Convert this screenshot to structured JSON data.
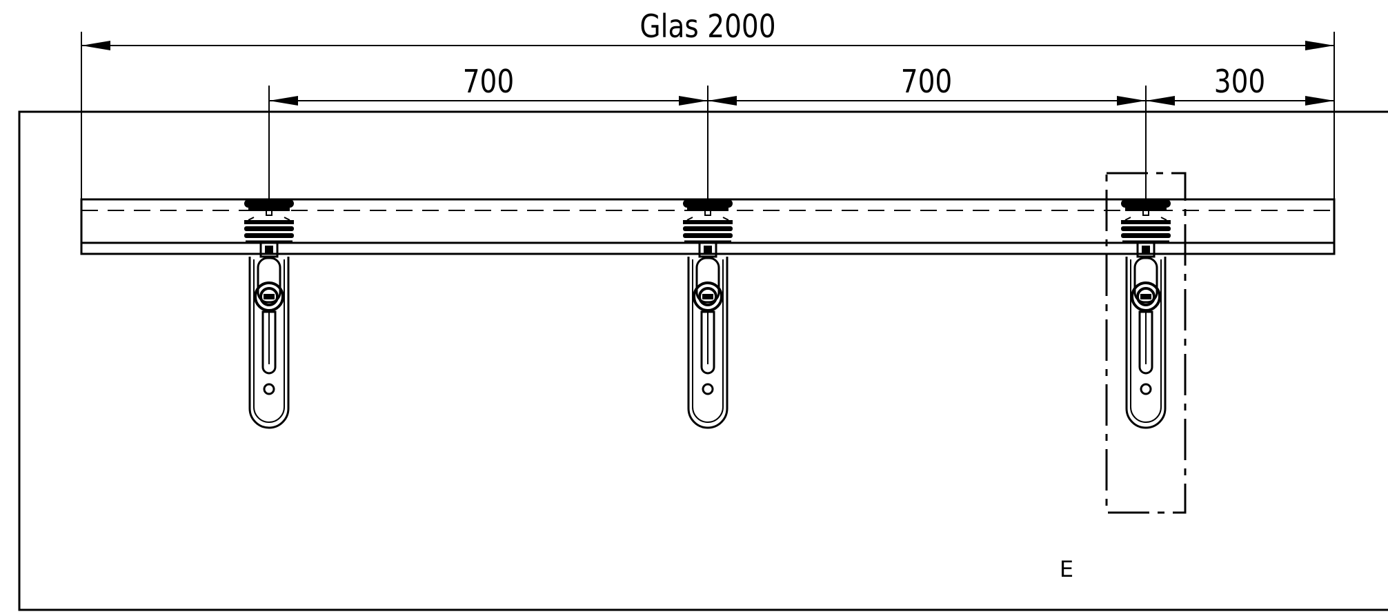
{
  "dimensions": {
    "overall": "Glas 2000",
    "spacing_1": "700",
    "spacing_2": "700",
    "end_offset": "300"
  },
  "detail_label": "E",
  "colors": {
    "line": "#000000",
    "background": "#ffffff"
  }
}
